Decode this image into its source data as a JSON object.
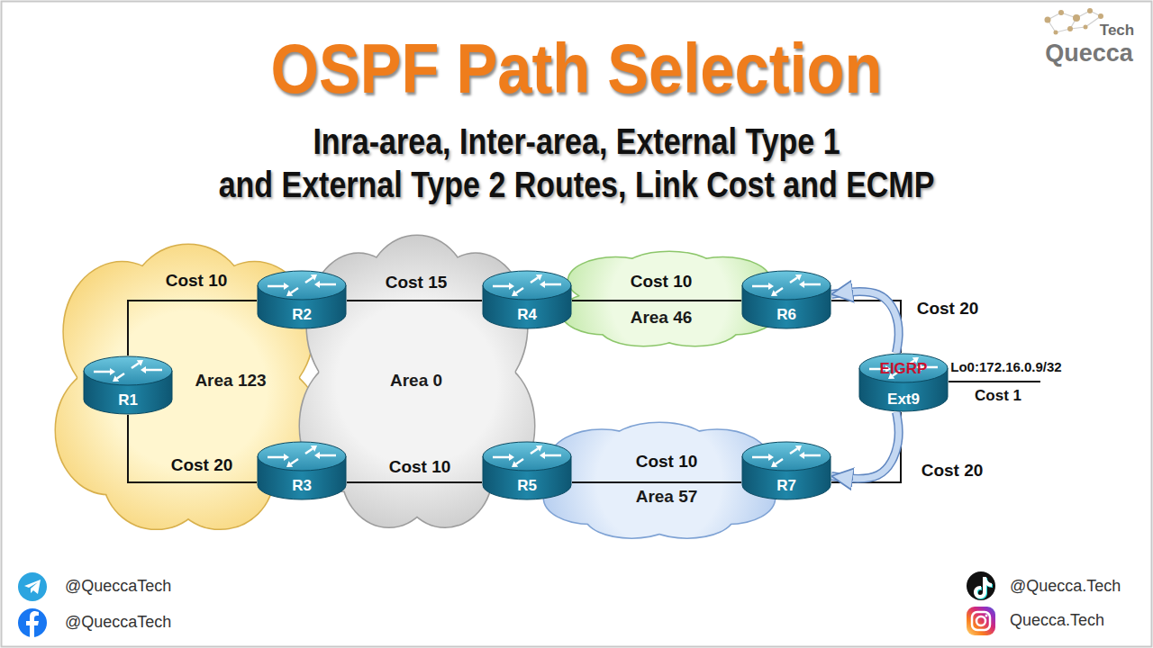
{
  "diagram": {
    "title": "OSPF Path Selection",
    "nodes": [
      {
        "text": [
          "Area 123"
        ]
      },
      {
        "text": [
          "R1"
        ],
        "in": 0
      },
      {
        "text": [
          "R2"
        ]
      },
      {
        "text": [
          "Area 0"
        ]
      },
      {
        "text": [
          "R4"
        ]
      },
      {
        "text": [
          "Area 46"
        ]
      },
      {
        "text": [
          "R6"
        ]
      },
      {
        "text": [
          "EIGRP",
          "Ext9"
        ]
      },
      {
        "text": [
          "R3"
        ]
      },
      {
        "text": [
          "R5"
        ]
      },
      {
        "text": [
          "Area 57"
        ]
      },
      {
        "text": [
          "R7"
        ]
      }
    ],
    "edges": [
      {
        "from": 1,
        "to": 2,
        "label": "Cost 10",
        "arrow": "none"
      },
      {
        "from": 1,
        "to": 8,
        "label": "Cost 20",
        "arrow": "none"
      },
      {
        "from": 2,
        "to": 4,
        "label": "Cost 15",
        "arrow": "none"
      },
      {
        "from": 8,
        "to": 9,
        "label": "Cost 10",
        "arrow": "none"
      },
      {
        "from": 4,
        "to": 6,
        "label": "Cost 10",
        "arrow": "none"
      },
      {
        "from": 9,
        "to": 11,
        "label": "Cost 10",
        "arrow": "none"
      },
      {
        "from": 6,
        "to": 7,
        "label": "Cost 20",
        "arrow": "none"
      },
      {
        "from": 11,
        "to": 7,
        "label": "Cost 20",
        "arrow": "none"
      },
      {
        "from": 7,
        "to": 6,
        "arrow": "to"
      },
      {
        "from": 7,
        "to": 11,
        "arrow": "to"
      }
    ],
    "labels": [
      "Inra-area, Inter-area, External Type 1",
      "and External Type 2 Routes, Link Cost and ECMP",
      "Lo0:172.16.0.9/32",
      "Cost 1",
      "Tech",
      "Quecca",
      "@QueccaTech",
      "@QueccaTech",
      "@Quecca.Tech",
      "Quecca.Tech"
    ]
  }
}
